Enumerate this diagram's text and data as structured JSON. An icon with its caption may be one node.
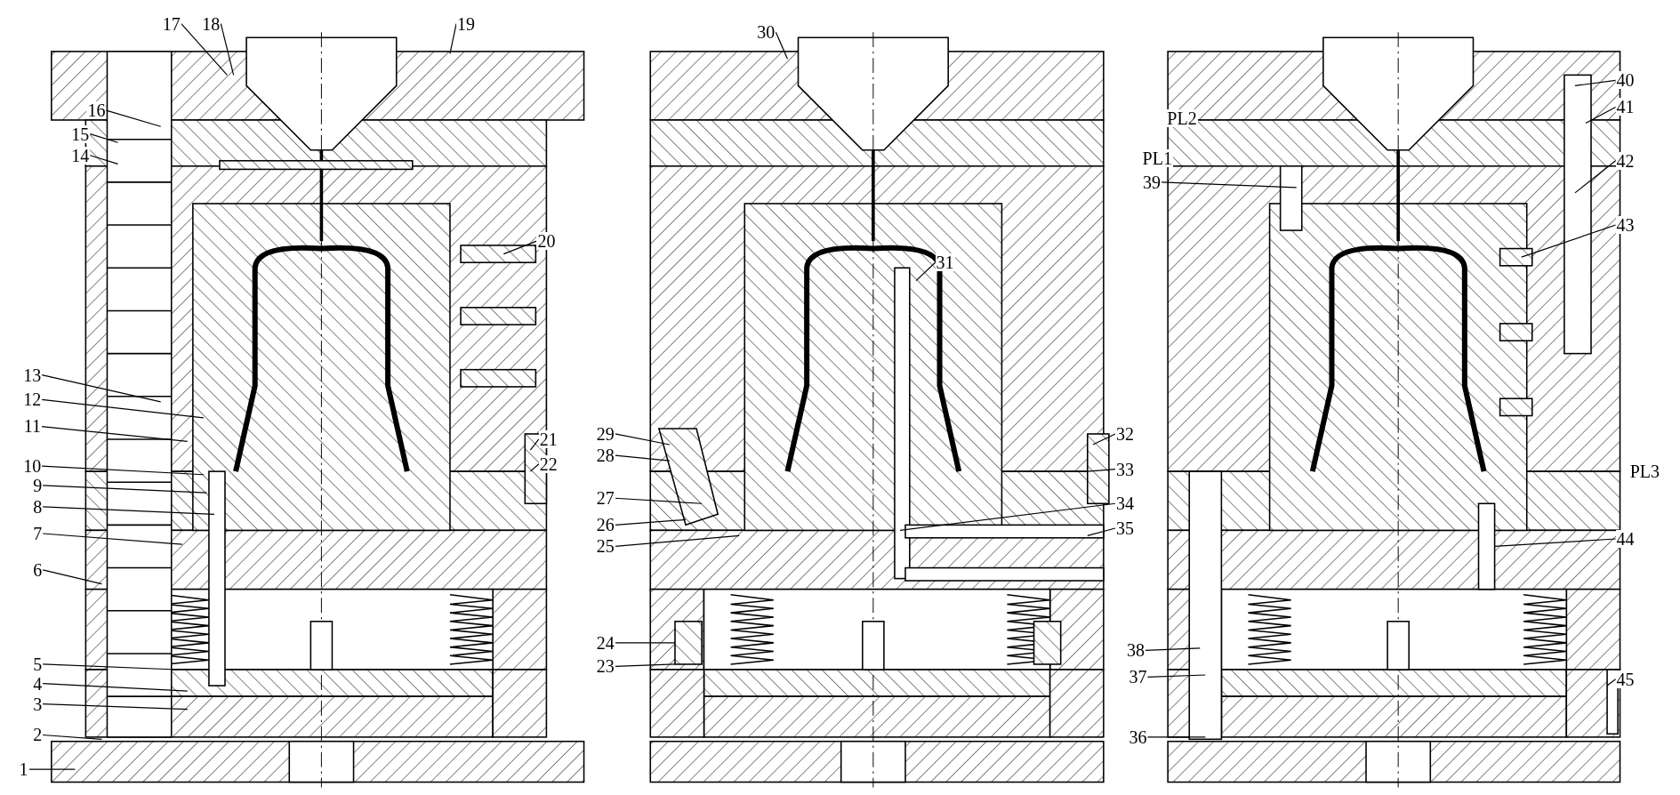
{
  "diagram": {
    "nodes": [
      {
        "text": [
          "1"
        ]
      },
      {
        "text": [
          "2"
        ]
      },
      {
        "text": [
          "3"
        ]
      },
      {
        "text": [
          "4"
        ]
      },
      {
        "text": [
          "5"
        ]
      },
      {
        "text": [
          "6"
        ]
      },
      {
        "text": [
          "7"
        ]
      },
      {
        "text": [
          "8"
        ]
      },
      {
        "text": [
          "9"
        ]
      },
      {
        "text": [
          "10"
        ]
      },
      {
        "text": [
          "11"
        ]
      },
      {
        "text": [
          "12"
        ]
      },
      {
        "text": [
          "13"
        ]
      },
      {
        "text": [
          "14"
        ]
      },
      {
        "text": [
          "15"
        ]
      },
      {
        "text": [
          "16"
        ]
      },
      {
        "text": [
          "17"
        ]
      },
      {
        "text": [
          "18"
        ]
      },
      {
        "text": [
          "19"
        ]
      },
      {
        "text": [
          "20"
        ]
      },
      {
        "text": [
          "21"
        ]
      },
      {
        "text": [
          "22"
        ]
      },
      {
        "text": [
          "23"
        ]
      },
      {
        "text": [
          "24"
        ]
      },
      {
        "text": [
          "25"
        ]
      },
      {
        "text": [
          "26"
        ]
      },
      {
        "text": [
          "27"
        ]
      },
      {
        "text": [
          "28"
        ]
      },
      {
        "text": [
          "29"
        ]
      },
      {
        "text": [
          "30"
        ]
      },
      {
        "text": [
          "31"
        ]
      },
      {
        "text": [
          "32"
        ]
      },
      {
        "text": [
          "33"
        ]
      },
      {
        "text": [
          "34"
        ]
      },
      {
        "text": [
          "35"
        ]
      },
      {
        "text": [
          "36"
        ]
      },
      {
        "text": [
          "37"
        ]
      },
      {
        "text": [
          "38"
        ]
      },
      {
        "text": [
          "39"
        ]
      },
      {
        "text": [
          "40"
        ]
      },
      {
        "text": [
          "41"
        ]
      },
      {
        "text": [
          "42"
        ]
      },
      {
        "text": [
          "43"
        ]
      },
      {
        "text": [
          "44"
        ]
      },
      {
        "text": [
          "45"
        ]
      }
    ],
    "edges": [
      {
        "from": 0,
        "to": null,
        "arrow": "none"
      },
      {
        "from": 1,
        "to": null,
        "arrow": "none"
      },
      {
        "from": 2,
        "to": null,
        "arrow": "none"
      },
      {
        "from": 3,
        "to": null,
        "arrow": "none"
      },
      {
        "from": 4,
        "to": null,
        "arrow": "none"
      },
      {
        "from": 5,
        "to": null,
        "arrow": "none"
      },
      {
        "from": 6,
        "to": null,
        "arrow": "none"
      },
      {
        "from": 7,
        "to": null,
        "arrow": "none"
      },
      {
        "from": 8,
        "to": null,
        "arrow": "none"
      },
      {
        "from": 9,
        "to": null,
        "arrow": "none"
      },
      {
        "from": 10,
        "to": null,
        "arrow": "none"
      },
      {
        "from": 11,
        "to": null,
        "arrow": "none"
      },
      {
        "from": 12,
        "to": null,
        "arrow": "none"
      },
      {
        "from": 13,
        "to": null,
        "arrow": "none"
      },
      {
        "from": 14,
        "to": null,
        "arrow": "none"
      },
      {
        "from": 15,
        "to": null,
        "arrow": "none"
      },
      {
        "from": 16,
        "to": null,
        "arrow": "none"
      },
      {
        "from": 17,
        "to": null,
        "arrow": "none"
      },
      {
        "from": 18,
        "to": null,
        "arrow": "none"
      },
      {
        "from": 19,
        "to": null,
        "arrow": "none"
      },
      {
        "from": 20,
        "to": null,
        "arrow": "none"
      },
      {
        "from": 21,
        "to": null,
        "arrow": "none"
      },
      {
        "from": 22,
        "to": null,
        "arrow": "none"
      },
      {
        "from": 23,
        "to": null,
        "arrow": "none"
      },
      {
        "from": 24,
        "to": null,
        "arrow": "none"
      },
      {
        "from": 25,
        "to": null,
        "arrow": "none"
      },
      {
        "from": 26,
        "to": null,
        "arrow": "none"
      },
      {
        "from": 27,
        "to": null,
        "arrow": "none"
      },
      {
        "from": 28,
        "to": null,
        "arrow": "none"
      },
      {
        "from": 29,
        "to": null,
        "arrow": "none"
      },
      {
        "from": 30,
        "to": null,
        "arrow": "none"
      },
      {
        "from": 31,
        "to": null,
        "arrow": "none"
      },
      {
        "from": 32,
        "to": null,
        "arrow": "none"
      },
      {
        "from": 33,
        "to": null,
        "arrow": "none"
      },
      {
        "from": 34,
        "to": null,
        "arrow": "none"
      },
      {
        "from": 35,
        "to": null,
        "arrow": "none"
      },
      {
        "from": 36,
        "to": null,
        "arrow": "none"
      },
      {
        "from": 37,
        "to": null,
        "arrow": "none"
      },
      {
        "from": 38,
        "to": null,
        "arrow": "none"
      },
      {
        "from": 39,
        "to": null,
        "arrow": "none"
      },
      {
        "from": 40,
        "to": null,
        "arrow": "none"
      },
      {
        "from": 41,
        "to": null,
        "arrow": "none"
      },
      {
        "from": 42,
        "to": null,
        "arrow": "none"
      },
      {
        "from": 43,
        "to": null,
        "arrow": "none"
      },
      {
        "from": 44,
        "to": null,
        "arrow": "none"
      }
    ],
    "labels": [
      "PL2",
      "PL1",
      "PL3"
    ]
  }
}
